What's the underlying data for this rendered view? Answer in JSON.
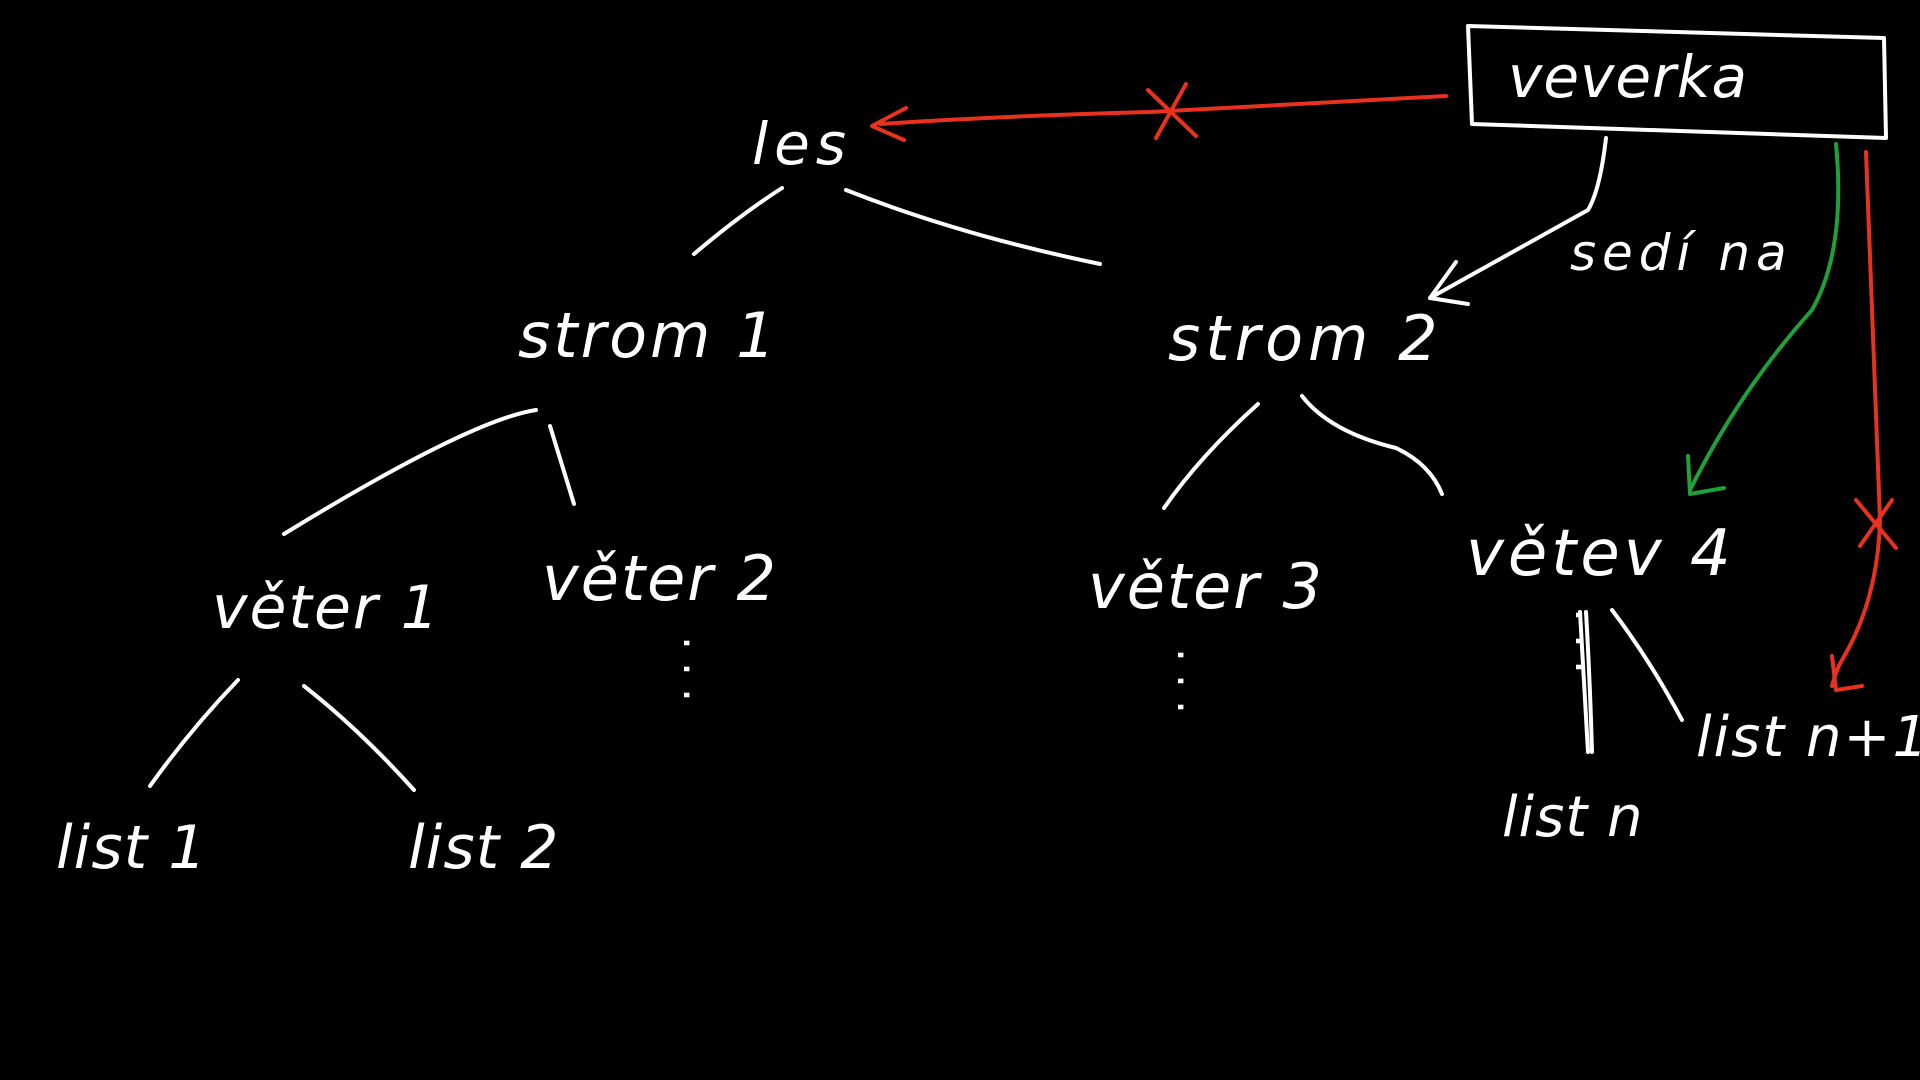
{
  "diagram": {
    "nodes": {
      "les": "les",
      "strom1": "strom 1",
      "strom2": "strom 2",
      "veter1": "věter 1",
      "veter2": "věter 2",
      "veter3": "věter 3",
      "veter4": "větev 4",
      "list1": "list 1",
      "list2": "list 2",
      "listn": "list n",
      "listn1": "list n+1"
    },
    "highlight_box": {
      "label": "veverka"
    },
    "edge_label": "sedí na",
    "ellipsis": "...",
    "colors": {
      "background": "#000000",
      "stroke": "#ffffff",
      "forbidden": "#e8321e",
      "allowed": "#1fa13a"
    }
  }
}
